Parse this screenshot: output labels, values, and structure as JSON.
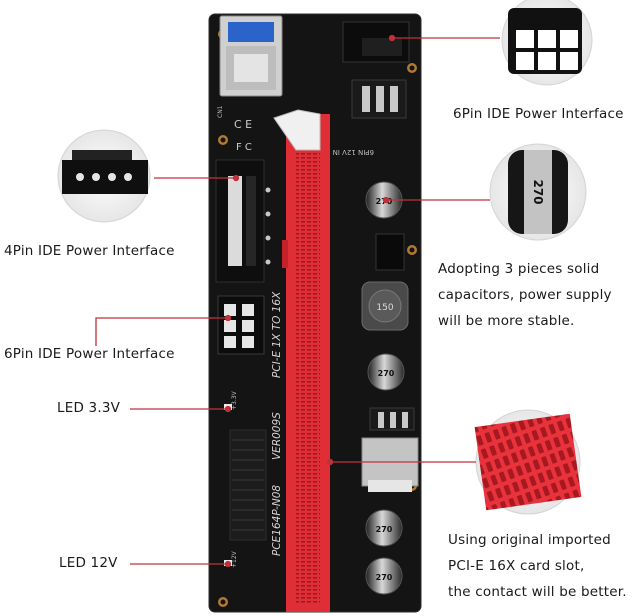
{
  "labels": {
    "six_pin_top": "6Pin IDE Power Interface",
    "four_pin": "4Pin IDE Power Interface",
    "six_pin_left": "6Pin IDE Power Interface",
    "led_33": "LED 3.3V",
    "led_12": "LED 12V"
  },
  "capacitors_desc": [
    "Adopting 3 pieces solid",
    "capacitors, power supply",
    "will be more stable."
  ],
  "slot_desc": [
    "Using original imported",
    "PCI-E 16X card slot,",
    "the contact will be better."
  ],
  "board_silkscreen": {
    "model": "PCE164P-N08",
    "version": "VER009S",
    "slot_text": "PCI-E 1X TO 16X",
    "pin_text": "6PIN 12V IN",
    "cn1": "CN1",
    "inductor": "150",
    "cap_marking": "270",
    "led_33_mark": "+3.3V",
    "led_12_mark": "+12V"
  },
  "colors": {
    "board": "#141414",
    "slot": "#e02e36",
    "callout_line": "#c0303a",
    "text": "#1a1a1a"
  }
}
